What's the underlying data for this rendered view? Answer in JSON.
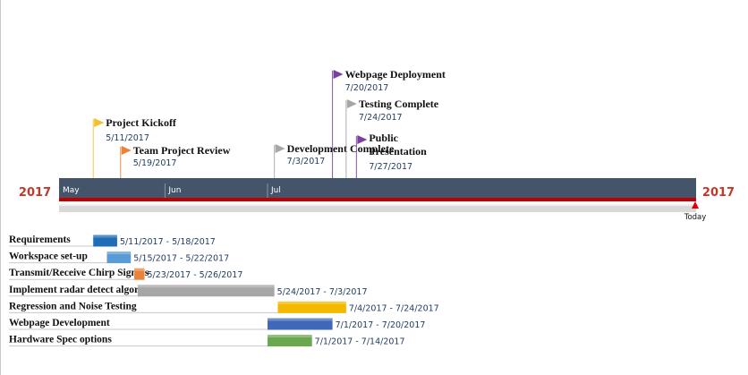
{
  "chart_data": {
    "type": "gantt",
    "year_left": "2017",
    "year_right": "2017",
    "months": [
      "May",
      "Jun",
      "Jul"
    ],
    "today_label": "Today",
    "milestones": [
      {
        "title": "Project Kickoff",
        "date": "5/11/2017",
        "color": "#f2c12e"
      },
      {
        "title": "Team Project Review",
        "date": "5/19/2017",
        "color": "#e8843a"
      },
      {
        "title": "Development Complete",
        "date": "7/3/2017",
        "color": "#a6a6a6"
      },
      {
        "title": "Webpage  Deployment",
        "date": "7/20/2017",
        "color": "#7b3fa0"
      },
      {
        "title": "Testing Complete",
        "date": "7/24/2017",
        "color": "#a6a6a6"
      },
      {
        "title": "Public Presentation",
        "title_lines": [
          "Public",
          "Presentation"
        ],
        "date": "7/27/2017",
        "color": "#7b3fa0"
      }
    ],
    "tasks": [
      {
        "name": "Requirements",
        "start": "5/11/2017",
        "end": "5/18/2017",
        "range_label": "5/11/2017 - 5/18/2017",
        "color": "#1f6fb8"
      },
      {
        "name": "Workspace  set-up",
        "start": "5/15/2017",
        "end": "5/22/2017",
        "range_label": "5/15/2017 - 5/22/2017",
        "color": "#5b9bd5"
      },
      {
        "name": "Transmit/Receive Chirp Signals",
        "start": "5/23/2017",
        "end": "5/26/2017",
        "range_label": "5/23/2017 - 5/26/2017",
        "color": "#e8843a"
      },
      {
        "name": "Implement radar detect algorithm",
        "start": "5/24/2017",
        "end": "7/3/2017",
        "range_label": "5/24/2017 - 7/3/2017",
        "color": "#a6a6a6"
      },
      {
        "name": "Regression and Noise Testing",
        "start": "7/4/2017",
        "end": "7/24/2017",
        "range_label": "7/4/2017 - 7/24/2017",
        "color": "#f5b800"
      },
      {
        "name": "Webpage  Development",
        "start": "7/1/2017",
        "end": "7/20/2017",
        "range_label": "7/1/2017 - 7/20/2017",
        "color": "#3f68b8"
      },
      {
        "name": "Hardware  Spec options",
        "start": "7/1/2017",
        "end": "7/14/2017",
        "range_label": "7/1/2017 - 7/14/2017",
        "color": "#6aa84f"
      }
    ]
  }
}
